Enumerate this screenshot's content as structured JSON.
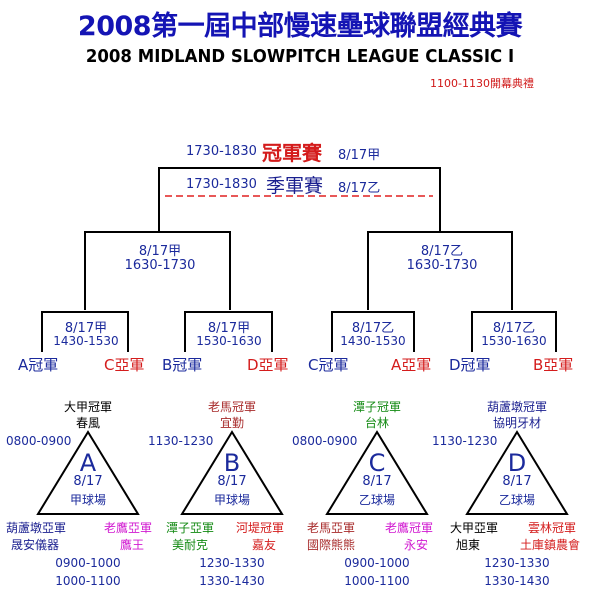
{
  "header": {
    "title": "2008第一屆中部慢速壘球聯盟經典賽",
    "subtitle": "2008 MIDLAND SLOWPITCH LEAGUE CLASSIC I",
    "ceremony": "1100-1130開幕典禮"
  },
  "finals": {
    "champ_time": "1730-1830",
    "champ_label": "冠軍賽",
    "champ_date": "8/17甲",
    "third_time": "1730-1830",
    "third_label": "季軍賽",
    "third_date": "8/17乙"
  },
  "semis": [
    {
      "date": "8/17甲",
      "time": "1630-1730"
    },
    {
      "date": "8/17乙",
      "time": "1630-1730"
    }
  ],
  "quarters": [
    {
      "date": "8/17甲",
      "time": "1430-1530",
      "left": "A冠軍",
      "right": "C亞軍"
    },
    {
      "date": "8/17甲",
      "time": "1530-1630",
      "left": "B冠軍",
      "right": "D亞軍"
    },
    {
      "date": "8/17乙",
      "time": "1430-1530",
      "left": "C冠軍",
      "right": "A亞軍"
    },
    {
      "date": "8/17乙",
      "time": "1530-1630",
      "left": "D冠軍",
      "right": "B亞軍"
    }
  ],
  "groups": [
    {
      "letter": "A",
      "date": "8/17",
      "field": "甲球場",
      "top_label": "大甲冠軍",
      "top_team": "春風",
      "top_time": "0800-0900",
      "left_label": "葫蘆墩亞軍",
      "left_team": "晟安儀器",
      "right_label": "老鷹亞軍",
      "right_team": "鷹王",
      "time1": "0900-1000",
      "time2": "1000-1100"
    },
    {
      "letter": "B",
      "date": "8/17",
      "field": "甲球場",
      "top_label": "老馬冠軍",
      "top_team": "宜勤",
      "top_time": "1130-1230",
      "left_label": "潭子亞軍",
      "left_team": "美耐克",
      "right_label": "河堤冠軍",
      "right_team": "嘉友",
      "time1": "1230-1330",
      "time2": "1330-1430"
    },
    {
      "letter": "C",
      "date": "8/17",
      "field": "乙球場",
      "top_label": "潭子冠軍",
      "top_team": "台林",
      "top_time": "0800-0900",
      "left_label": "老馬亞軍",
      "left_team": "國際熊熊",
      "right_label": "老鷹冠軍",
      "right_team": "永安",
      "time1": "0900-1000",
      "time2": "1000-1100"
    },
    {
      "letter": "D",
      "date": "8/17",
      "field": "乙球場",
      "top_label": "葫蘆墩冠軍",
      "top_team": "協明牙材",
      "top_time": "1130-1230",
      "left_label": "大甲亞軍",
      "left_team": "旭東",
      "right_label": "雲林冠軍",
      "right_team": "土庫鎮農會",
      "time1": "1230-1330",
      "time2": "1330-1430"
    }
  ]
}
